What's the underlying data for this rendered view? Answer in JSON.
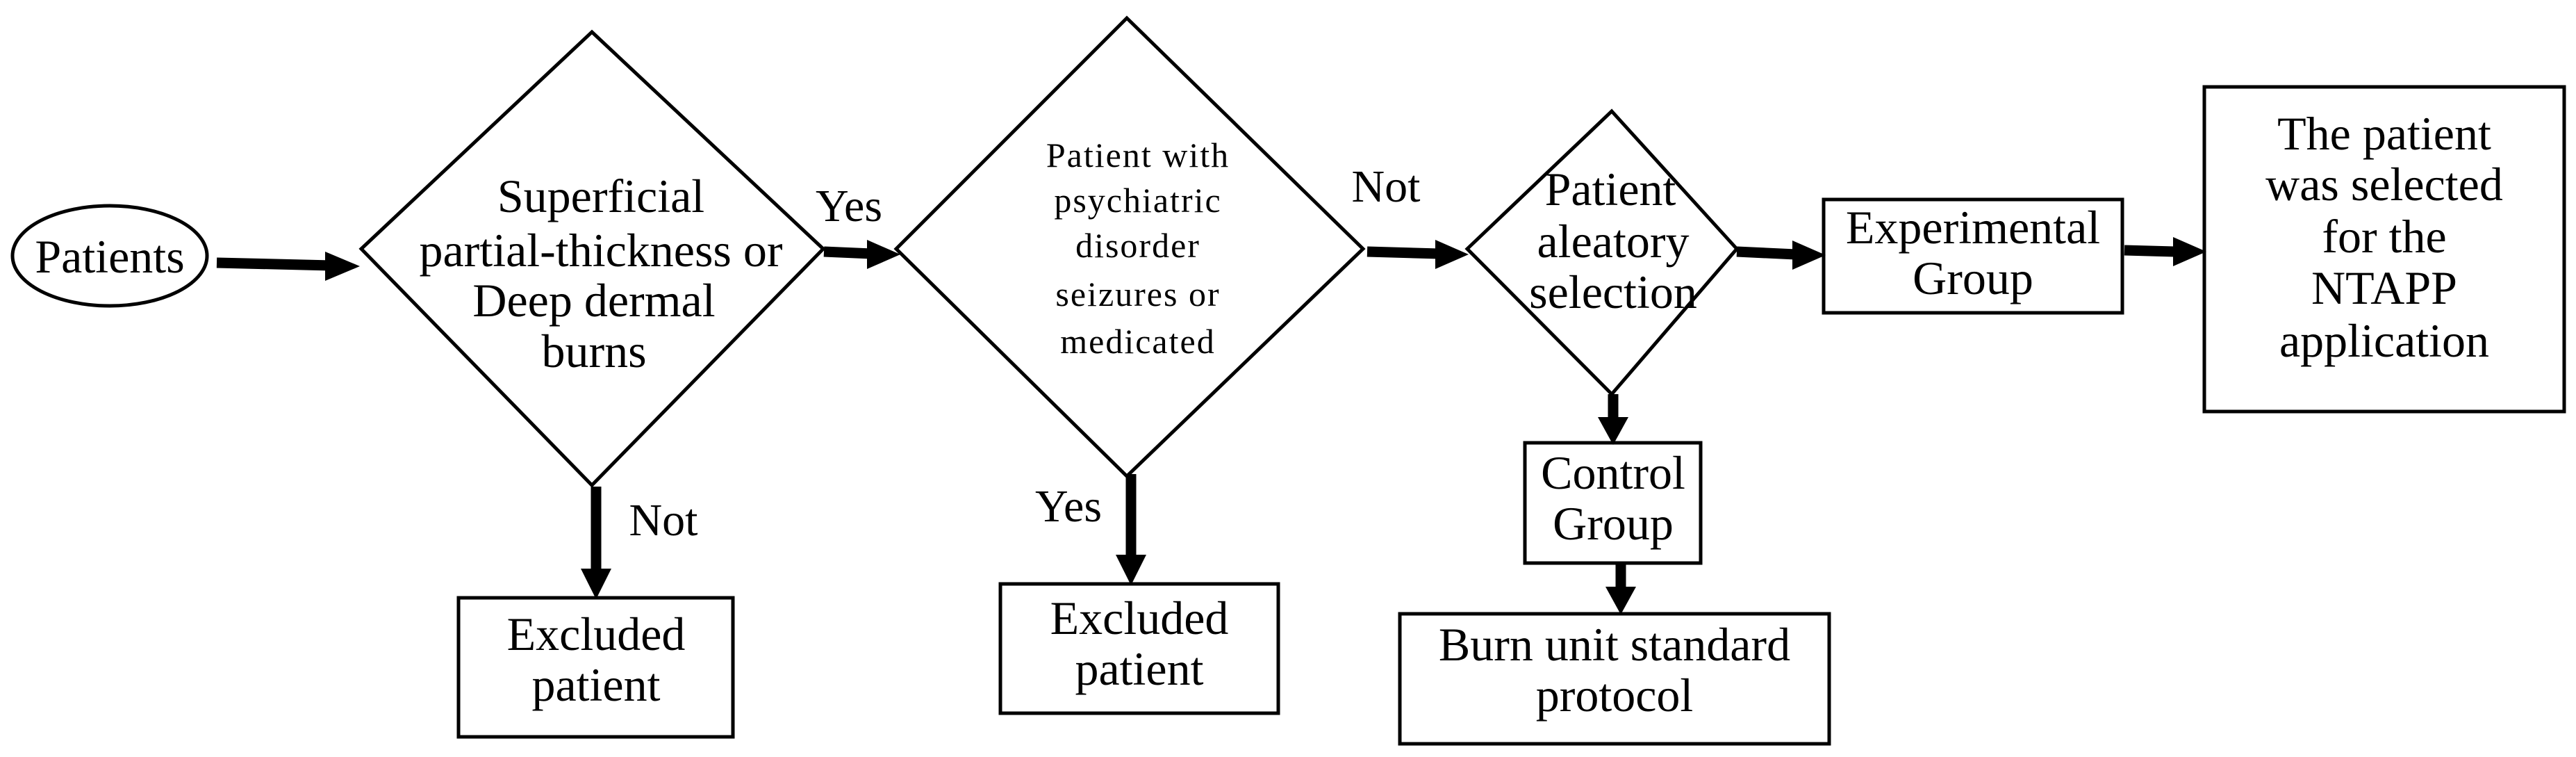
{
  "diagram": {
    "start": {
      "label": "Patients"
    },
    "decision_burns": {
      "lines": [
        "Superficial",
        "partial-thickness or",
        "Deep dermal",
        "burns"
      ],
      "yes_label": "Yes",
      "no_label": "Not"
    },
    "decision_psychiatric": {
      "lines": [
        "Patient with",
        "psychiatric",
        "disorder",
        "seizures or",
        "medicated"
      ],
      "yes_label": "Yes",
      "no_label": "Not"
    },
    "decision_random": {
      "lines": [
        "Patient",
        "aleatory",
        "selection"
      ]
    },
    "excluded_1": {
      "lines": [
        "Excluded",
        "patient"
      ]
    },
    "excluded_2": {
      "lines": [
        "Excluded",
        "patient"
      ]
    },
    "control_group": {
      "lines": [
        "Control",
        "Group"
      ]
    },
    "burn_unit_protocol": {
      "lines": [
        "Burn unit standard",
        "protocol"
      ]
    },
    "experimental_group": {
      "lines": [
        "Experimental",
        "Group"
      ]
    },
    "ntapp_selected": {
      "lines": [
        "The patient",
        "was selected",
        "for the",
        "NTAPP",
        "application"
      ]
    }
  }
}
